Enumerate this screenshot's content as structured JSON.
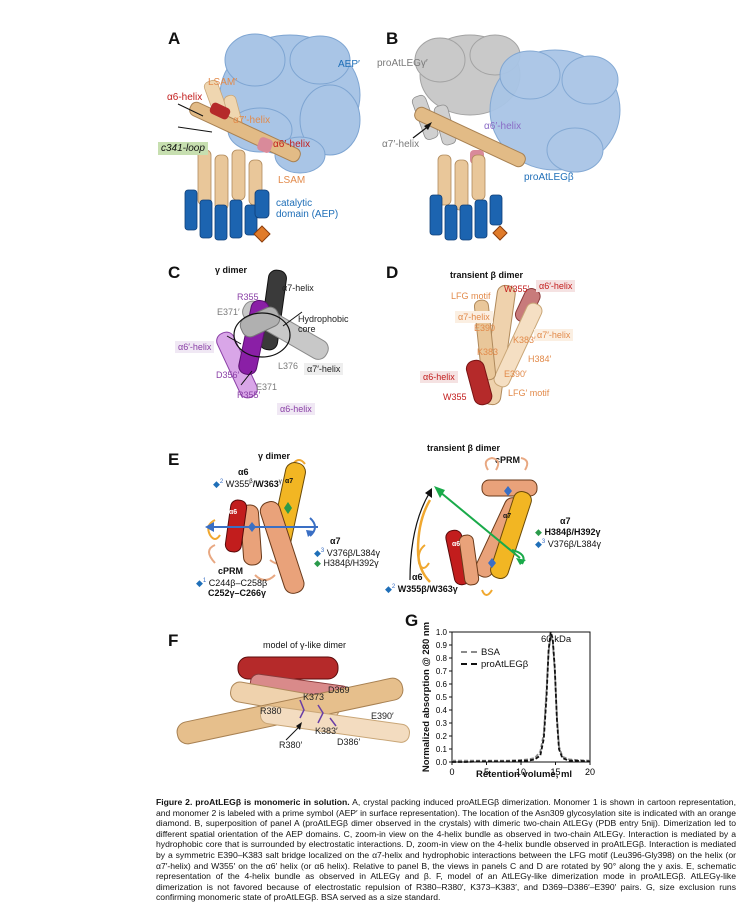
{
  "panels": {
    "A": {
      "letter": "A",
      "labels": {
        "aep": "AEP′",
        "lsam_prime": "LSAM′",
        "a6_helix": "α6-helix",
        "a7_helix_prime": "α7′-helix",
        "a6_helix_prime": "α6′-helix",
        "c341_loop": "c341-loop",
        "lsam": "LSAM",
        "catalytic": "catalytic",
        "domain": "domain (AEP)"
      },
      "colors": {
        "surface": "#8fb4dd",
        "cartoon_blue": "#1c64b0",
        "cartoon_tan": "#e9c79a",
        "highlight_red": "#b52a2a",
        "loop_box": "#c7dfb0",
        "diamond": "#e07b2a"
      }
    },
    "B": {
      "letter": "B",
      "labels": {
        "proalegy": "proAtLEGγ′",
        "a6_helix_prime": "α6′-helix",
        "a7_helix_prime": "α7′-helix",
        "proalegb": "proAtLEGβ"
      }
    },
    "C": {
      "letter": "C",
      "title": "γ dimer",
      "labels": {
        "a7_helix": "α7-helix",
        "r355": "R355",
        "e371_prime": "E371′",
        "hydrophobic": "Hydrophobic",
        "core": "core",
        "a6_helix_prime": "α6′-helix",
        "l376": "L376",
        "a7_helix_prime": "α7′-helix",
        "d356_prime": "D356′",
        "e371": "E371",
        "r355_prime": "R355′",
        "a6_helix": "α6-helix"
      }
    },
    "D": {
      "letter": "D",
      "title": "transient β dimer",
      "labels": {
        "w355_prime": "W355′",
        "a6_helix_prime": "α6′-helix",
        "lfg_motif": "LFG motif",
        "a7_helix": "α7-helix",
        "e390": "E390",
        "a7_helix_prime": "α7′-helix",
        "k383_prime": "K383′",
        "k383": "K383",
        "h384_prime": "H384′",
        "e390_prime": "E390′",
        "a6_helix": "α6-helix",
        "w355": "W355",
        "lfg_motif_prime": "LFG′ motif"
      }
    },
    "E": {
      "letter": "E",
      "left_title": "γ dimer",
      "right_title": "transient β dimer",
      "left": {
        "a6_title": "α6",
        "a6_sup": "2",
        "a6_res_1": "W355",
        "a6_sup_b": "β",
        "a6_res_2": "/W363",
        "a6_sup_g": "γ",
        "a7_title": "α7",
        "a7_line1_sup": "3",
        "a7_line1": "V376β/L384γ",
        "a7_line2": "H384β/H392γ",
        "cprm_title": "cPRM",
        "cprm_line1_sup": "1",
        "cprm_line1": "C244β–C258β",
        "cprm_line2": "C252γ–C266γ",
        "helix_a6": "α6",
        "helix_a7": "α7"
      },
      "right": {
        "cprm_title": "cPRM",
        "a7_title": "α7",
        "a7_line1": "H384β/H392γ",
        "a7_line2_sup": "3",
        "a7_line2": "V376β/L384γ",
        "a6_title": "α6",
        "a6_sup": "2",
        "a6_line": "W355β/W363γ",
        "helix_a6": "α6",
        "helix_a7": "α7"
      }
    },
    "F": {
      "letter": "F",
      "title": "model of γ-like dimer",
      "labels": {
        "d369": "D369",
        "k373": "K373",
        "r380": "R380",
        "e390_prime": "E390′",
        "k383_prime": "K383′",
        "r380_prime": "R380′",
        "d386_prime": "D386′"
      }
    }
  },
  "chart_data": {
    "type": "line",
    "panel_letter": "G",
    "title": "",
    "annotation": "60 kDa",
    "xlabel": "Retention volume, ml",
    "ylabel": "Normalized absorption @ 280 nm",
    "xlim": [
      0,
      20
    ],
    "ylim": [
      0,
      1.0
    ],
    "xticks": [
      0,
      5,
      10,
      15,
      20
    ],
    "yticks": [
      0,
      0.1,
      0.2,
      0.3,
      0.4,
      0.5,
      0.6,
      0.7,
      0.8,
      0.9,
      1.0
    ],
    "ytick_labels": [
      "0.0",
      "0.1",
      "0.2",
      "0.3",
      "0.4",
      "0.5",
      "0.6",
      "0.7",
      "0.8",
      "0.9",
      "1.0"
    ],
    "legend_position": "top-left",
    "series": [
      {
        "name": "BSA",
        "style": "dashed-gray",
        "color": "#8a8a8a",
        "x": [
          0,
          2,
          4,
          6,
          8,
          10,
          11,
          12,
          12.8,
          13.3,
          13.7,
          14.0,
          14.3,
          14.6,
          14.9,
          15.2,
          15.5,
          16.0,
          17,
          18,
          20
        ],
        "y": [
          0.01,
          0.01,
          0.01,
          0.01,
          0.01,
          0.015,
          0.02,
          0.03,
          0.08,
          0.22,
          0.55,
          0.85,
          0.97,
          0.93,
          0.7,
          0.35,
          0.12,
          0.04,
          0.02,
          0.015,
          0.01
        ]
      },
      {
        "name": "proAtLEGβ",
        "style": "dashed-black",
        "color": "#111111",
        "x": [
          0,
          2,
          4,
          6,
          8,
          10,
          11,
          12,
          12.8,
          13.3,
          13.7,
          14.0,
          14.3,
          14.6,
          14.9,
          15.2,
          15.5,
          16.0,
          17,
          18,
          20
        ],
        "y": [
          0.0,
          0.0,
          0.005,
          0.005,
          0.005,
          0.01,
          0.01,
          0.02,
          0.05,
          0.18,
          0.5,
          0.86,
          1.0,
          0.95,
          0.72,
          0.33,
          0.1,
          0.03,
          0.01,
          0.01,
          0.005
        ]
      }
    ]
  },
  "caption": {
    "title": "Figure 2.  proAtLEGβ is monomeric in solution.",
    "body": " A, crystal packing induced proAtLEGβ dimerization. Monomer 1 is shown in cartoon representation, and monomer 2 is labeled with a prime symbol (AEP′ in surface representation). The location of the Asn309 glycosylation site is indicated with an orange diamond. B, superposition of panel A (proAtLEGβ dimer observed in the crystals) with dimeric two-chain AtLEGγ (PDB entry 5nij). Dimerization led to different spatial orientation of the AEP domains. C, zoom-in view on the 4-helix bundle as observed in two-chain AtLEGγ. Interaction is mediated by a hydrophobic core that is surrounded by electrostatic interactions. D, zoom-in view on the 4-helix bundle observed in proAtLEGβ. Interaction is mediated by a symmetric E390–K383 salt bridge localized on the α7-helix and hydrophobic interactions between the LFG motif (Leu396-Gly398) on the helix (or α7′-helix) and W355′ on the α6′ helix (or α6 helix). Relative to panel B, the views in panels C and D are rotated by 90° along the y axis. E, schematic representation of the 4-helix bundle as observed in AtLEGγ and β. F, model of an AtLEGγ-like dimerization mode in proAtLEGβ. AtLEGγ-like dimerization is not favored because of electrostatic repulsion of R380–R380′, K373–K383′, and D369–D386′–E390′ pairs. G, size exclusion runs confirming monomeric state of proAtLEGβ. BSA served as a size standard."
  }
}
